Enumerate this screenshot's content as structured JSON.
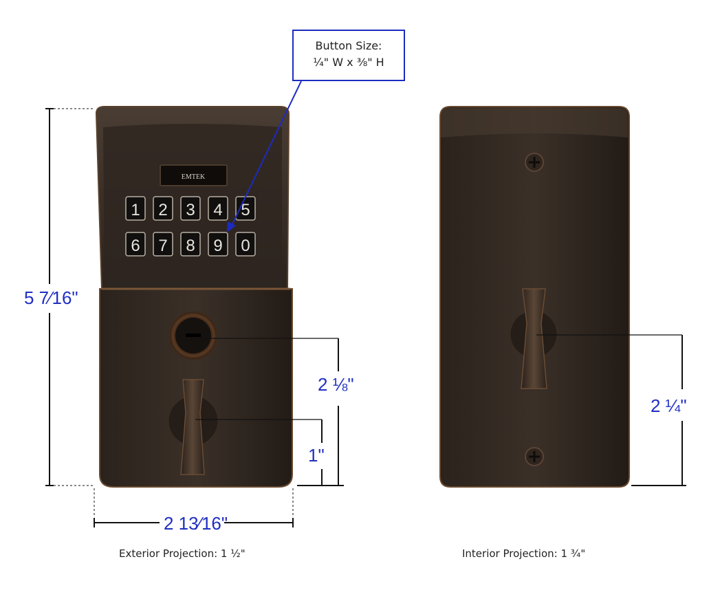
{
  "callout": {
    "line1": "Button Size:",
    "line2": "¼\" W x ⅜\" H"
  },
  "exterior": {
    "brand": "EMTEK",
    "keys_row1": [
      "1",
      "2",
      "3",
      "4",
      "5"
    ],
    "keys_row2": [
      "6",
      "7",
      "8",
      "9",
      "0"
    ],
    "caption": "Exterior Projection: 1 ½\"",
    "dims": {
      "height": "5 7⁄16\"",
      "width": "2 13⁄16\"",
      "keyhole_to_bottom": "2 ⅛\"",
      "thumbturn_to_bottom": "1\""
    }
  },
  "interior": {
    "caption": "Interior Projection: 1 ¾\"",
    "dims": {
      "thumbturn_to_bottom": "2 ¼\""
    }
  },
  "colors": {
    "dimension_blue": "#1f2fc2",
    "bronze_dark": "#1e1914",
    "bronze_mid": "#3a2f26",
    "bronze_edge": "#6b4a2f"
  }
}
